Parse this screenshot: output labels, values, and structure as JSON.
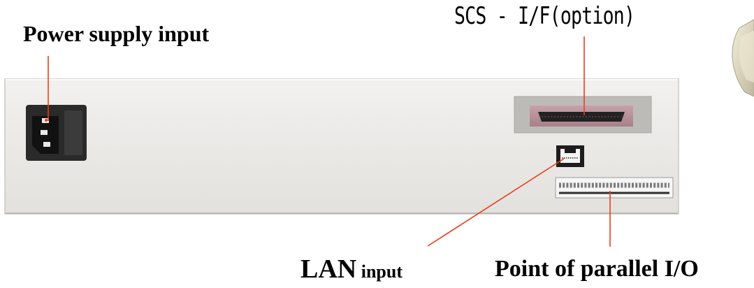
{
  "labels": {
    "power_supply": "Power supply input",
    "scs_interface": "SCS - I/F(option)",
    "lan_main": "LAN",
    "lan_sub": " input",
    "parallel_io": "Point of parallel I/O"
  },
  "colors": {
    "panel": "#ecebe9",
    "panel_edge": "#c9c7c4",
    "leader_line": "#e8401c",
    "port_dark": "#1d1d1d",
    "scs_frame": "#bdbbb8",
    "scs_window": "#b48e96"
  },
  "icons": {
    "power": "iec-power-socket-icon",
    "scs": "db-connector-icon",
    "lan": "rj45-port-icon",
    "parallel": "terminal-block-icon",
    "device": "device-corner-icon"
  }
}
